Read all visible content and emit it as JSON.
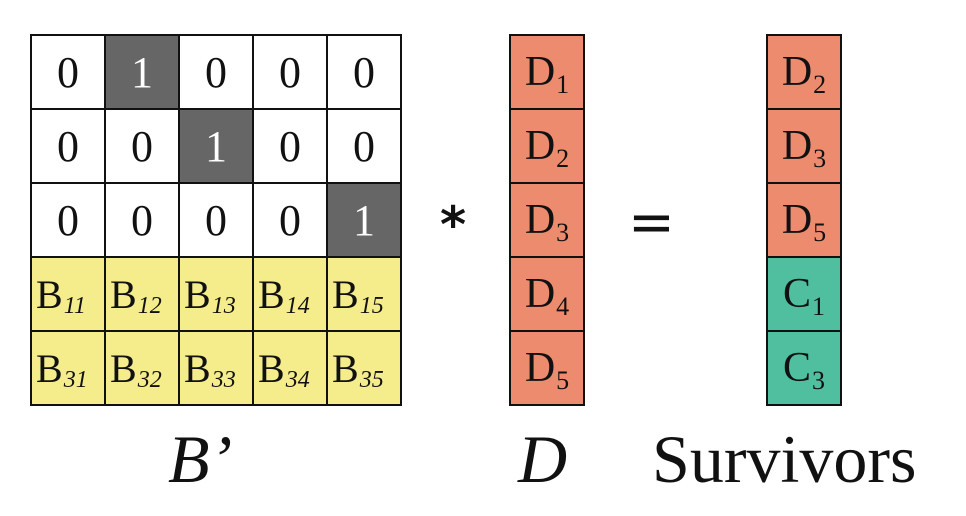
{
  "matrix": {
    "rows": [
      [
        {
          "t": "0"
        },
        {
          "t": "1",
          "one": true
        },
        {
          "t": "0"
        },
        {
          "t": "0"
        },
        {
          "t": "0"
        }
      ],
      [
        {
          "t": "0"
        },
        {
          "t": "0"
        },
        {
          "t": "1",
          "one": true
        },
        {
          "t": "0"
        },
        {
          "t": "0"
        }
      ],
      [
        {
          "t": "0"
        },
        {
          "t": "0"
        },
        {
          "t": "0"
        },
        {
          "t": "0"
        },
        {
          "t": "1",
          "one": true
        }
      ],
      [
        {
          "b": "B",
          "sub": "11"
        },
        {
          "b": "B",
          "sub": "12"
        },
        {
          "b": "B",
          "sub": "13"
        },
        {
          "b": "B",
          "sub": "14"
        },
        {
          "b": "B",
          "sub": "15"
        }
      ],
      [
        {
          "b": "B",
          "sub": "31"
        },
        {
          "b": "B",
          "sub": "32"
        },
        {
          "b": "B",
          "sub": "33"
        },
        {
          "b": "B",
          "sub": "34"
        },
        {
          "b": "B",
          "sub": "35"
        }
      ]
    ]
  },
  "d_vector": [
    {
      "letter": "D",
      "sub": "1"
    },
    {
      "letter": "D",
      "sub": "2"
    },
    {
      "letter": "D",
      "sub": "3"
    },
    {
      "letter": "D",
      "sub": "4"
    },
    {
      "letter": "D",
      "sub": "5"
    }
  ],
  "survivors": [
    {
      "letter": "D",
      "sub": "2",
      "color": "orange"
    },
    {
      "letter": "D",
      "sub": "3",
      "color": "orange"
    },
    {
      "letter": "D",
      "sub": "5",
      "color": "orange"
    },
    {
      "letter": "C",
      "sub": "1",
      "color": "teal"
    },
    {
      "letter": "C",
      "sub": "3",
      "color": "teal"
    }
  ],
  "operators": {
    "multiply": "*",
    "equals": "="
  },
  "labels": {
    "matrix": "B’",
    "vector": "D",
    "result": "Survivors"
  },
  "colors": {
    "one_cell": "#666666",
    "b_cell": "#f5ec8c",
    "d_cell": "#ed8b6e",
    "c_cell": "#4fbf9f"
  }
}
